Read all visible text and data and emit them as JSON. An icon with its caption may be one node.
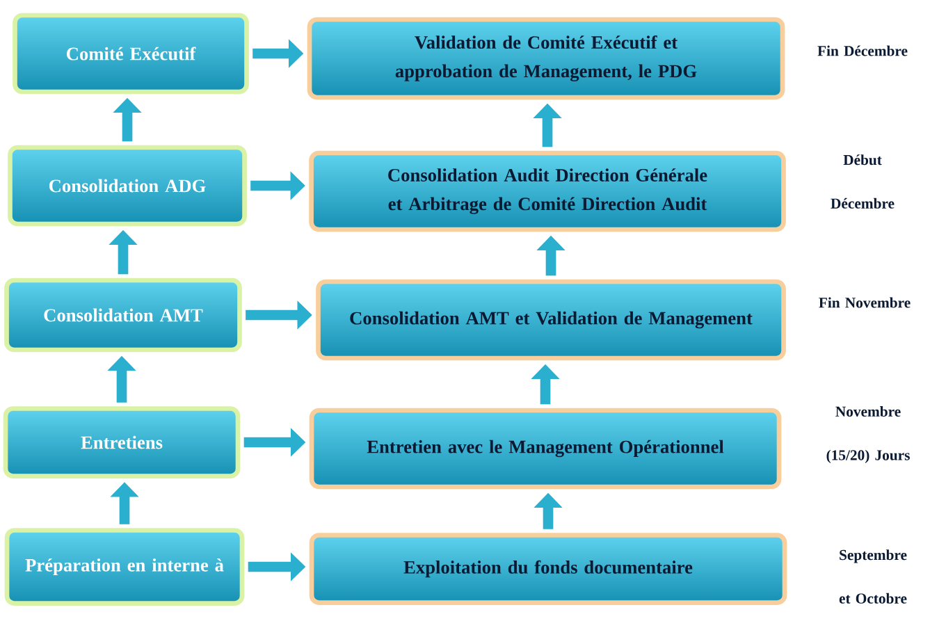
{
  "diagram": {
    "nodes": [
      {
        "text": [
          "Comité Exécutif"
        ]
      },
      {
        "text": [
          "Validation de Comité Exécutif et approbation de Management, le PDG"
        ]
      },
      {
        "text": [
          "Consolidation ADG"
        ]
      },
      {
        "text": [
          "Consolidation Audit Direction Générale et Arbitrage de Comité Direction Audit"
        ]
      },
      {
        "text": [
          "Consolidation AMT"
        ]
      },
      {
        "text": [
          "Consolidation AMT et Validation de Management"
        ]
      },
      {
        "text": [
          "Entretiens"
        ]
      },
      {
        "text": [
          "Entretien avec le Management Opérationnel"
        ]
      },
      {
        "text": [
          "Préparation en interne à"
        ]
      },
      {
        "text": [
          "Exploitation du fonds documentaire"
        ]
      }
    ],
    "edges": [
      {
        "from": 0,
        "to": 1,
        "arrow": "to"
      },
      {
        "from": 2,
        "to": 3,
        "arrow": "to"
      },
      {
        "from": 4,
        "to": 5,
        "arrow": "to"
      },
      {
        "from": 6,
        "to": 7,
        "arrow": "to"
      },
      {
        "from": 8,
        "to": 9,
        "arrow": "to"
      },
      {
        "from": 2,
        "to": 0,
        "arrow": "to"
      },
      {
        "from": 4,
        "to": 2,
        "arrow": "to"
      },
      {
        "from": 6,
        "to": 4,
        "arrow": "to"
      },
      {
        "from": 8,
        "to": 6,
        "arrow": "to"
      },
      {
        "from": 3,
        "to": 1,
        "arrow": "to"
      },
      {
        "from": 5,
        "to": 3,
        "arrow": "to"
      },
      {
        "from": 7,
        "to": 5,
        "arrow": "to"
      },
      {
        "from": 9,
        "to": 7,
        "arrow": "to"
      }
    ],
    "labels": [
      "Fin Décembre",
      "Début Décembre",
      "Fin Novembre",
      "Novembre (15/20) Jours",
      "Septembre et Octobre"
    ]
  }
}
